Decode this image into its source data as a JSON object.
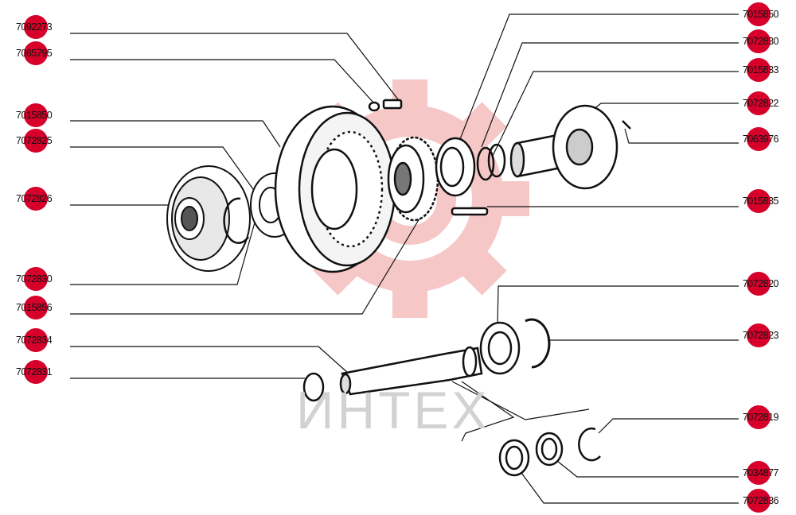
{
  "watermark": {
    "brand": "ИНТЕХ",
    "accent": "#d6002a",
    "logo_color": "#f3b5b5"
  },
  "callouts_left": [
    "7092273",
    "7065795",
    "7015850",
    "7072825",
    "7072826",
    "7072830",
    "7015856",
    "7072834",
    "7072831"
  ],
  "callouts_right": [
    "7015850",
    "7072830",
    "7015833",
    "7072822",
    "7063976",
    "7015835",
    "7072820",
    "7072823",
    "7072819",
    "7034877",
    "7072836"
  ]
}
